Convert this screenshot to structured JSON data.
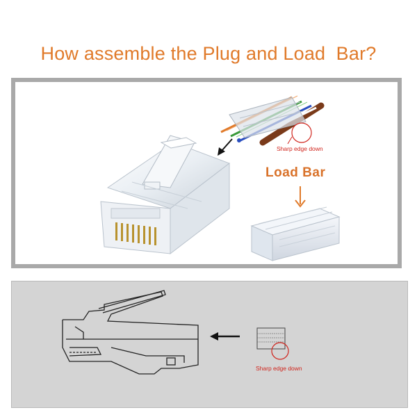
{
  "title": "How assemble the Plug and Load  Bar?",
  "labels": {
    "load_bar": "Load Bar",
    "sharp_edge_top": "Sharp edge down",
    "sharp_edge_bottom": "Sharp edge down"
  },
  "colors": {
    "title": "#e07a2a",
    "load_bar_label": "#d9722a",
    "annotation_red": "#d0241c",
    "frame_gray": "#a9a9a9",
    "bottom_panel": "#d4d4d4"
  },
  "icons": [
    "black-arrow-icon",
    "orange-down-arrow-icon",
    "red-circle-marker-icon"
  ]
}
